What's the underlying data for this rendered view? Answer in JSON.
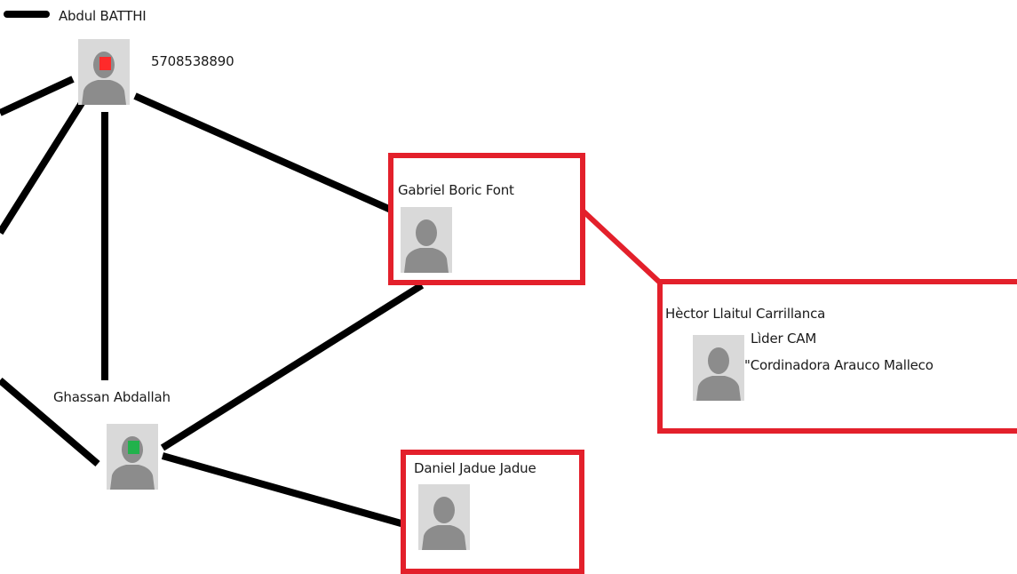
{
  "colors": {
    "edge": "#000000",
    "highlight_box": "#e3202b",
    "avatar_bg": "#d9d9d9",
    "avatar_figure": "#8c8c8c",
    "marker_red": "#ff2a2a",
    "marker_green": "#22b24c"
  },
  "nodes": {
    "abdul": {
      "name": "Abdul BATTHI",
      "phone": "5708538890",
      "icon": "person-icon",
      "marker": "red"
    },
    "ghassan": {
      "name": "Ghassan Abdallah",
      "icon": "person-icon",
      "marker": "green"
    },
    "gabriel": {
      "name": "Gabriel Boric Font",
      "icon": "person-icon",
      "highlighted": true
    },
    "hector": {
      "name": "Hèctor Llaitul Carrillanca",
      "note_line1": "Lìder CAM",
      "note_line2": "\"Cordinadora Arauco Malleco",
      "icon": "person-icon",
      "highlighted": true
    },
    "daniel": {
      "name": "Daniel Jadue Jadue",
      "icon": "person-icon",
      "highlighted": true
    }
  },
  "edges": [
    {
      "from": "abdul",
      "to": "gabriel"
    },
    {
      "from": "abdul",
      "to": "ghassan"
    },
    {
      "from": "ghassan",
      "to": "gabriel"
    },
    {
      "from": "ghassan",
      "to": "daniel"
    }
  ]
}
